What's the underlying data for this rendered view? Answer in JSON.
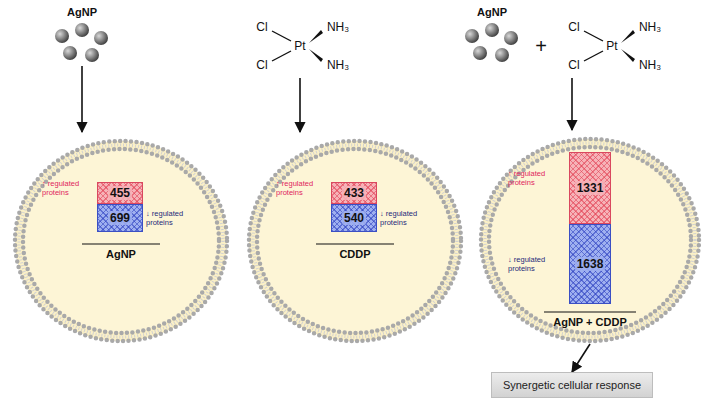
{
  "diagram": {
    "nodes": [
      {
        "text": [
          "↑ regulated proteins",
          "↓ regulated proteins",
          "AgNP"
        ]
      },
      {
        "text": [
          "455"
        ],
        "in": 0
      },
      {
        "text": [
          "699"
        ],
        "in": 0
      },
      {
        "text": [
          "↑ regulated proteins",
          "↓ regulated proteins",
          "CDDP"
        ]
      },
      {
        "text": [
          "433"
        ],
        "in": 3
      },
      {
        "text": [
          "540"
        ],
        "in": 3
      },
      {
        "text": [
          "↑ regulated proteins",
          "↓ regulated proteins",
          "AgNP + CDDP"
        ]
      },
      {
        "text": [
          "1331"
        ],
        "in": 6
      },
      {
        "text": [
          "1638"
        ],
        "in": 6
      },
      {
        "text": [
          "Synergetic cellular response"
        ]
      }
    ],
    "edges": [
      {
        "from": 6,
        "to": 9,
        "arrow": "to"
      }
    ],
    "labels": [
      "AgNP",
      "Cl",
      "NH₃",
      "Pt",
      "Cl",
      "NH₃",
      "AgNP",
      "+",
      "Cl",
      "NH₃",
      "Pt",
      "Cl",
      "NH₃"
    ]
  }
}
